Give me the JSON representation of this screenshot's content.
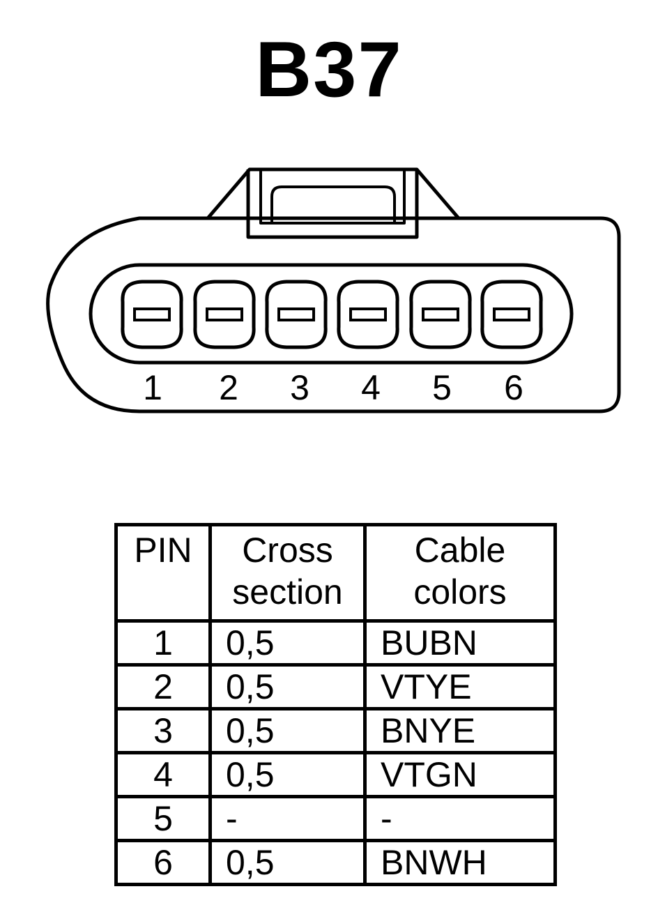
{
  "title": "B37",
  "connector": {
    "pin_labels": [
      "1",
      "2",
      "3",
      "4",
      "5",
      "6"
    ]
  },
  "table": {
    "headers": {
      "pin": "PIN",
      "cross_section_line1": "Cross",
      "cross_section_line2": "section",
      "cable_colors_line1": "Cable",
      "cable_colors_line2": "colors"
    },
    "rows": [
      {
        "pin": "1",
        "cross_section": "0,5",
        "cable_color": "BUBN"
      },
      {
        "pin": "2",
        "cross_section": "0,5",
        "cable_color": "VTYE"
      },
      {
        "pin": "3",
        "cross_section": "0,5",
        "cable_color": "BNYE"
      },
      {
        "pin": "4",
        "cross_section": "0,5",
        "cable_color": "VTGN"
      },
      {
        "pin": "5",
        "cross_section": "-",
        "cable_color": "-"
      },
      {
        "pin": "6",
        "cross_section": "0,5",
        "cable_color": "BNWH"
      }
    ]
  }
}
